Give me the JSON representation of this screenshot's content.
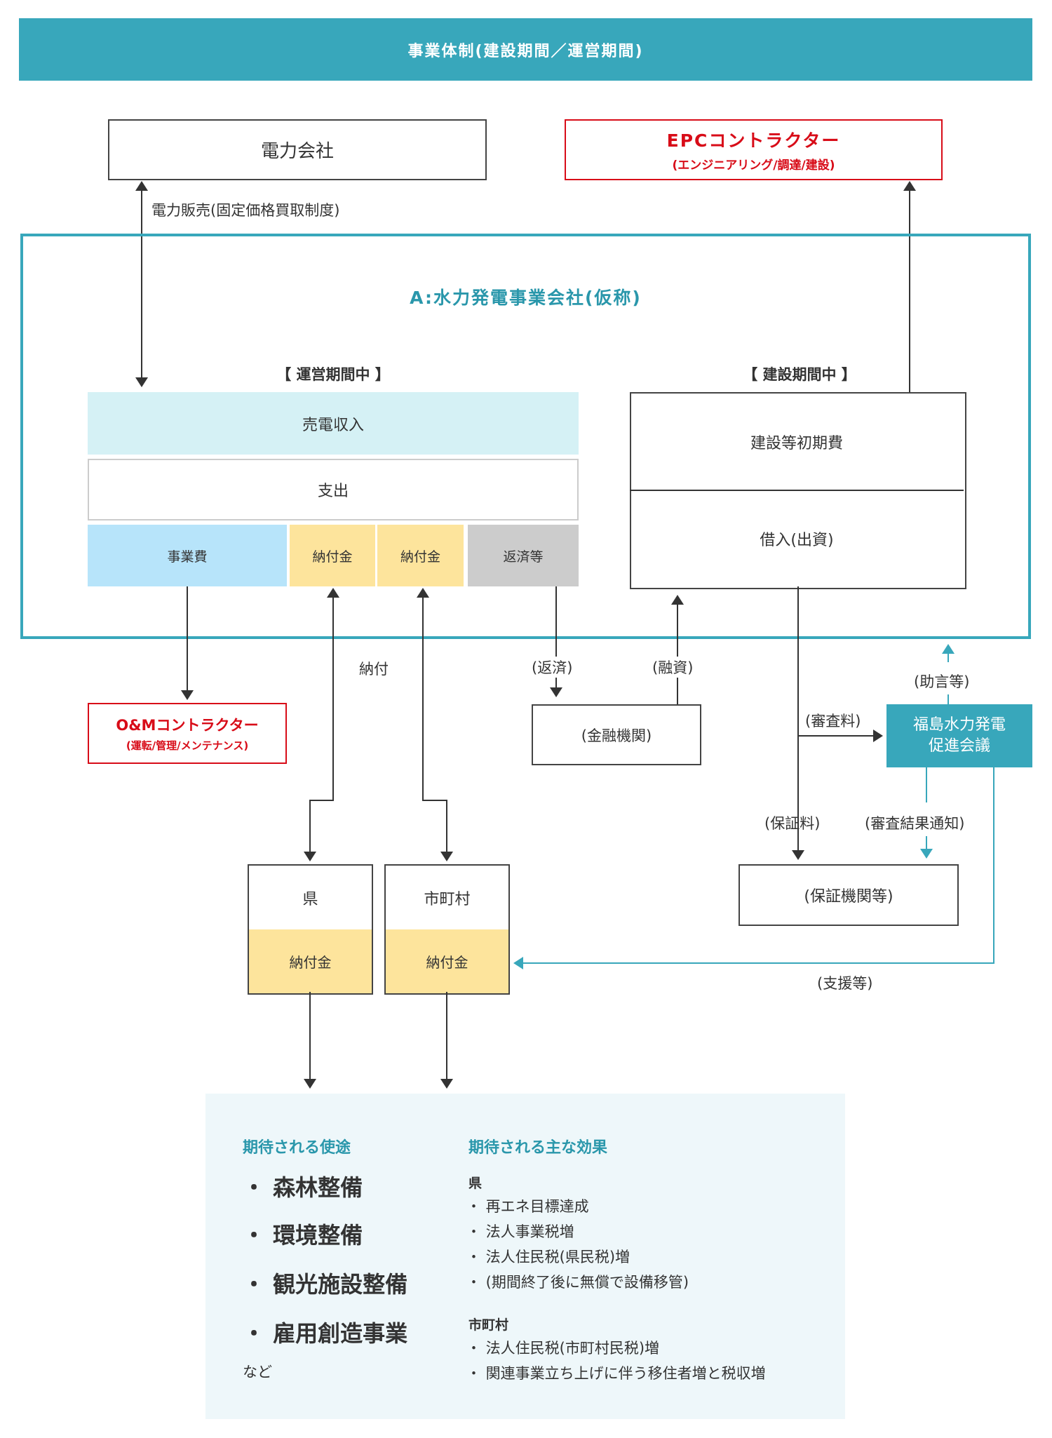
{
  "header": {
    "title": "事業体制(建設期間／運営期間)"
  },
  "power_company": {
    "label": "電力会社"
  },
  "epc": {
    "title": "EPCコントラクター",
    "subtitle": "(エンジニアリング/調達/建設)"
  },
  "power_sales_label": "電力販売(固定価格買取制度)",
  "company": {
    "title": "A:水力発電事業会社(仮称)"
  },
  "operation": {
    "heading": "【 運営期間中 】",
    "revenue": "売電収入",
    "expense": "支出",
    "items": [
      "事業費",
      "納付金",
      "納付金",
      "返済等"
    ]
  },
  "construction": {
    "heading": "【 建設期間中 】",
    "initial_cost": "建設等初期費",
    "borrowing": "借入(出資)"
  },
  "om": {
    "title": "O&Mコントラクター",
    "subtitle": "(運転/管理/メンテナンス)"
  },
  "flows": {
    "payment": "納付",
    "repayment": "(返済)",
    "financing": "(融資)",
    "review_fee": "(審査料)",
    "advice": "(助言等)",
    "guarantee_fee": "(保証料)",
    "review_result": "(審査結果通知)",
    "support": "(支援等)"
  },
  "financial_institution": "(金融機関)",
  "council": {
    "line1": "福島水力発電",
    "line2": "促進会議"
  },
  "guarantor": "(保証機関等)",
  "prefecture": {
    "name": "県",
    "fund": "納付金"
  },
  "municipality": {
    "name": "市町村",
    "fund": "納付金"
  },
  "uses": {
    "heading": "期待される使途",
    "items": [
      "・ 森林整備",
      "・ 環境整備",
      "・ 観光施設整備",
      "・ 雇用創造事業"
    ],
    "etc": "など"
  },
  "effects": {
    "heading": "期待される主な効果",
    "prefecture": {
      "label": "県",
      "items": [
        "・ 再エネ目標達成",
        "・ 法人事業税増",
        "・ 法人住民税(県民税)増",
        "・ (期間終了後に無償で設備移管)"
      ]
    },
    "municipality": {
      "label": "市町村",
      "items": [
        "・ 法人住民税(市町村民税)増",
        "・ 関連事業立ち上げに伴う移住者増と税収増"
      ]
    }
  },
  "colors": {
    "teal": "#38a7bb",
    "red": "#d80c18",
    "revenue_bg": "#d5f1f5",
    "business_cost_bg": "#b7e4fa",
    "payment_bg": "#fde49c",
    "repayment_bg": "#cccccc",
    "panel_bg": "#eef7fa"
  }
}
